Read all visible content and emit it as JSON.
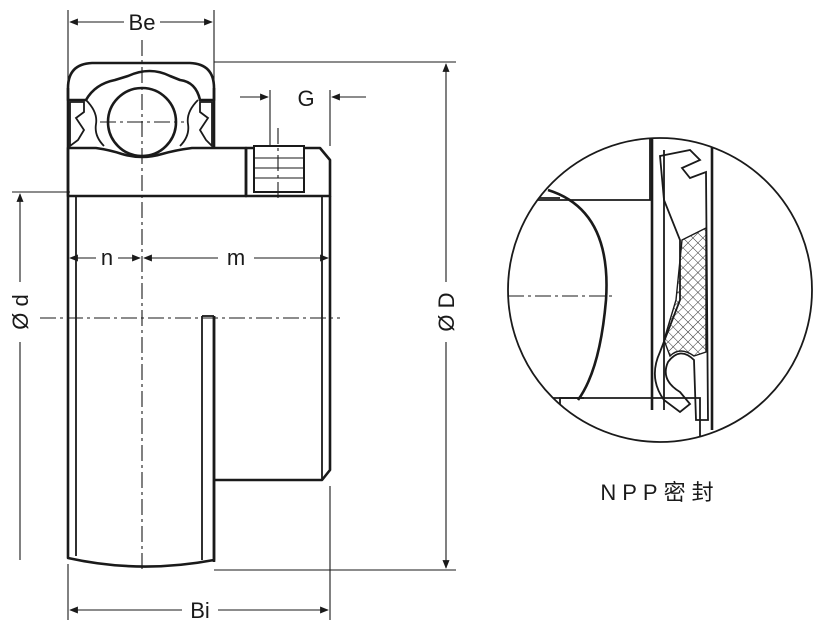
{
  "labels": {
    "Be": "Be",
    "G": "G",
    "n": "n",
    "m": "m",
    "d": "Ø d",
    "D": "Ø D",
    "Bi": "Bi"
  },
  "caption": "NPP密封"
}
